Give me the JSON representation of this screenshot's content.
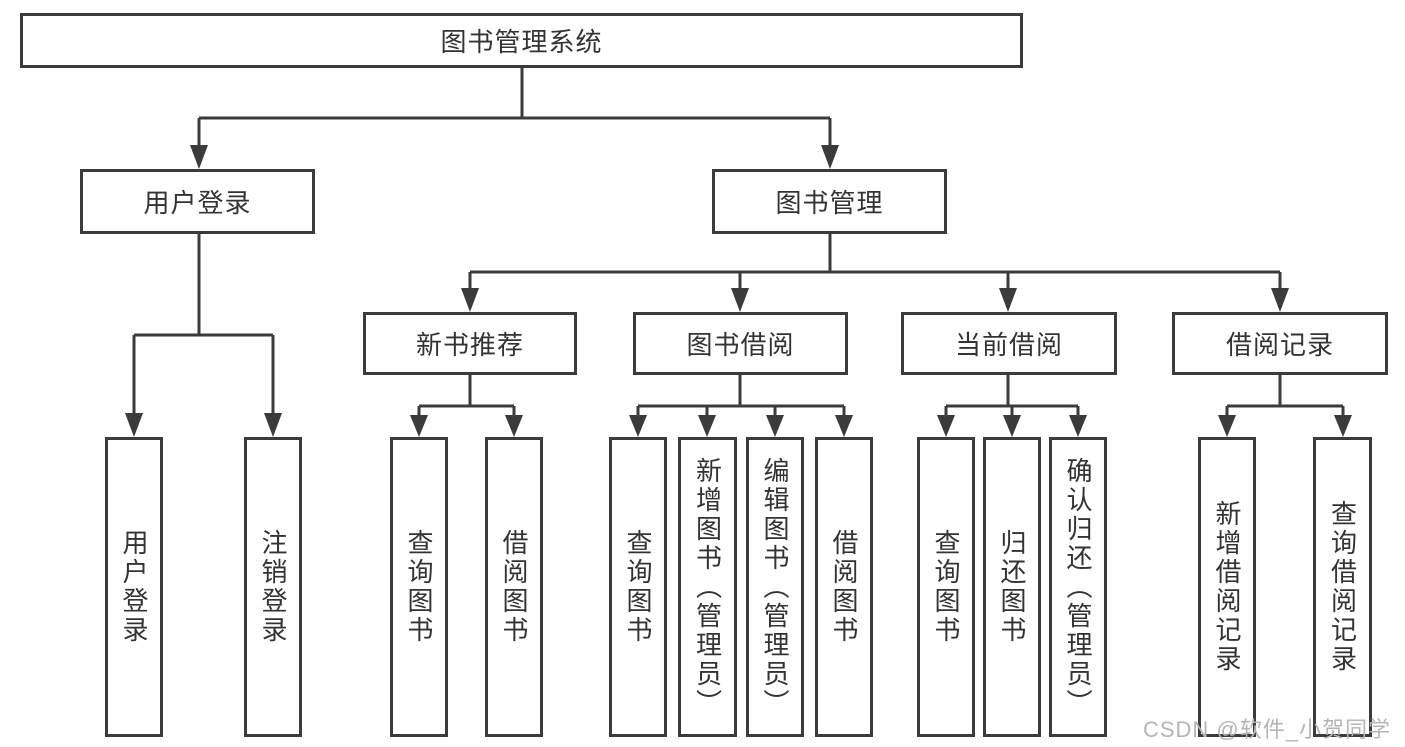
{
  "diagram": {
    "title": "图书管理系统",
    "branches": [
      {
        "label": "用户登录",
        "children": [
          {
            "label": "用户登录"
          },
          {
            "label": "注销登录"
          }
        ]
      },
      {
        "label": "图书管理",
        "children": [
          {
            "label": "新书推荐",
            "children": [
              {
                "label": "查询图书"
              },
              {
                "label": "借阅图书"
              }
            ]
          },
          {
            "label": "图书借阅",
            "children": [
              {
                "label": "查询图书"
              },
              {
                "label": "新增图书（管理员）"
              },
              {
                "label": "编辑图书（管理员）"
              },
              {
                "label": "借阅图书"
              }
            ]
          },
          {
            "label": "当前借阅",
            "children": [
              {
                "label": "查询图书"
              },
              {
                "label": "归还图书"
              },
              {
                "label": "确认归还（管理员）"
              }
            ]
          },
          {
            "label": "借阅记录",
            "children": [
              {
                "label": "新增借阅记录"
              },
              {
                "label": "查询借阅记录"
              }
            ]
          }
        ]
      }
    ]
  },
  "watermark": {
    "text": "CSDN @软件_小贺同学"
  },
  "colors": {
    "line": "#3b3b3b",
    "text": "#333333",
    "watermark": "#b5b5b5",
    "background": "#ffffff"
  }
}
